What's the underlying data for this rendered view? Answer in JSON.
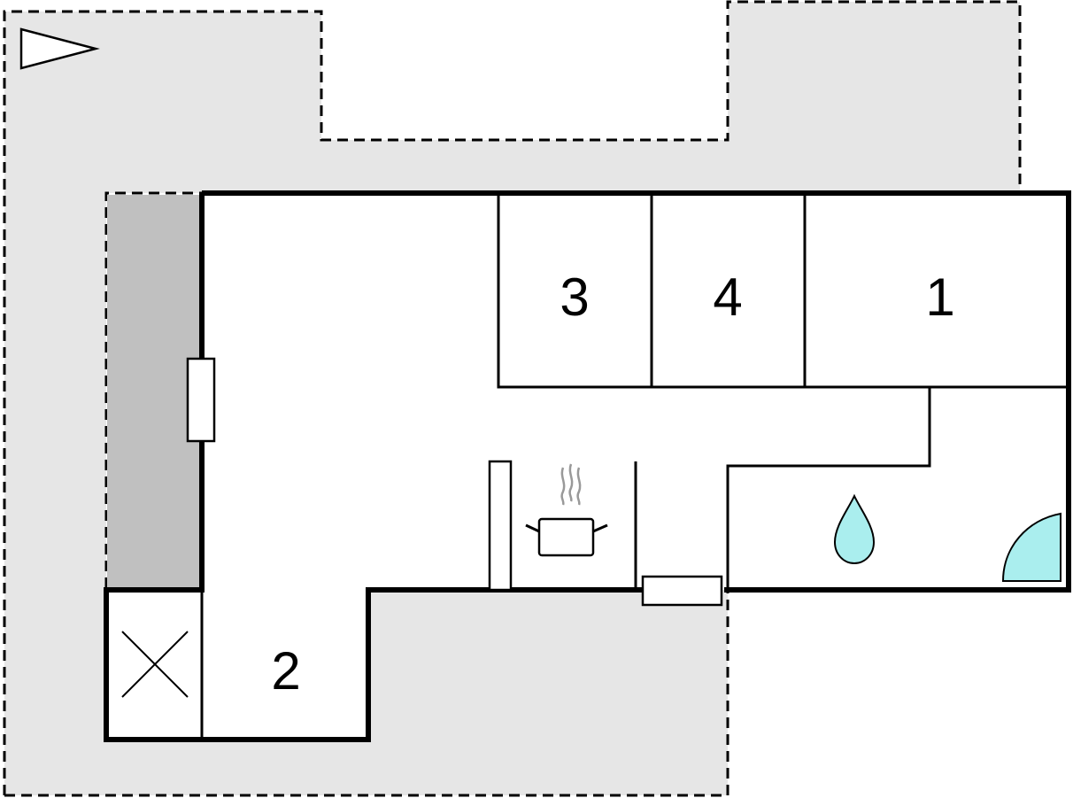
{
  "floorplan": {
    "rooms": [
      {
        "label": "3"
      },
      {
        "label": "4"
      },
      {
        "label": "1"
      },
      {
        "label": "2"
      }
    ],
    "icons": [
      "orientation-flag-icon",
      "kitchen-pot-icon",
      "water-drop-icon",
      "shower-icon",
      "storage-x-icon"
    ],
    "colors": {
      "terrace": "#e6e6e6",
      "covered_area": "#c0c0c0",
      "wall": "#000000",
      "water": "#aaeeee",
      "background": "#ffffff"
    }
  }
}
